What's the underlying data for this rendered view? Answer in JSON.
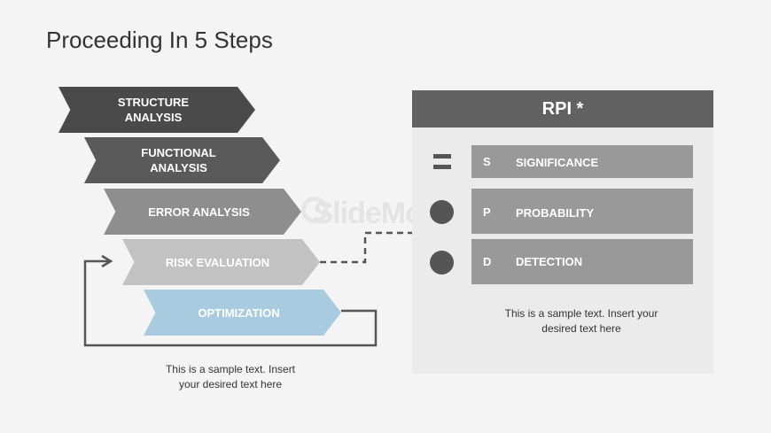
{
  "title": "Proceeding In 5 Steps",
  "watermark": "SlideModel",
  "steps": [
    {
      "label": "STRUCTURE\nANALYSIS",
      "color": "#4a4a4a"
    },
    {
      "label": "FUNCTIONAL\nANALYSIS",
      "color": "#5a5a5a"
    },
    {
      "label": "ERROR ANALYSIS",
      "color": "#8e8e8e"
    },
    {
      "label": "RISK EVALUATION",
      "color": "#c2c2c2"
    },
    {
      "label": "OPTIMIZATION",
      "color": "#a9cbe0"
    }
  ],
  "left_caption": "This is a sample text. Insert\nyour desired text here",
  "rpi": {
    "title": "RPI *",
    "rows": [
      {
        "letter": "S",
        "label": "SIGNIFICANCE"
      },
      {
        "letter": "P",
        "label": "PROBABILITY"
      },
      {
        "letter": "D",
        "label": "DETECTION"
      }
    ],
    "caption": "This is a sample text. Insert your\ndesired text here"
  },
  "colors": {
    "background": "#f4f4f4",
    "panel": "#ebebeb",
    "header": "#616161",
    "row": "#999999",
    "symbol": "#555555"
  }
}
